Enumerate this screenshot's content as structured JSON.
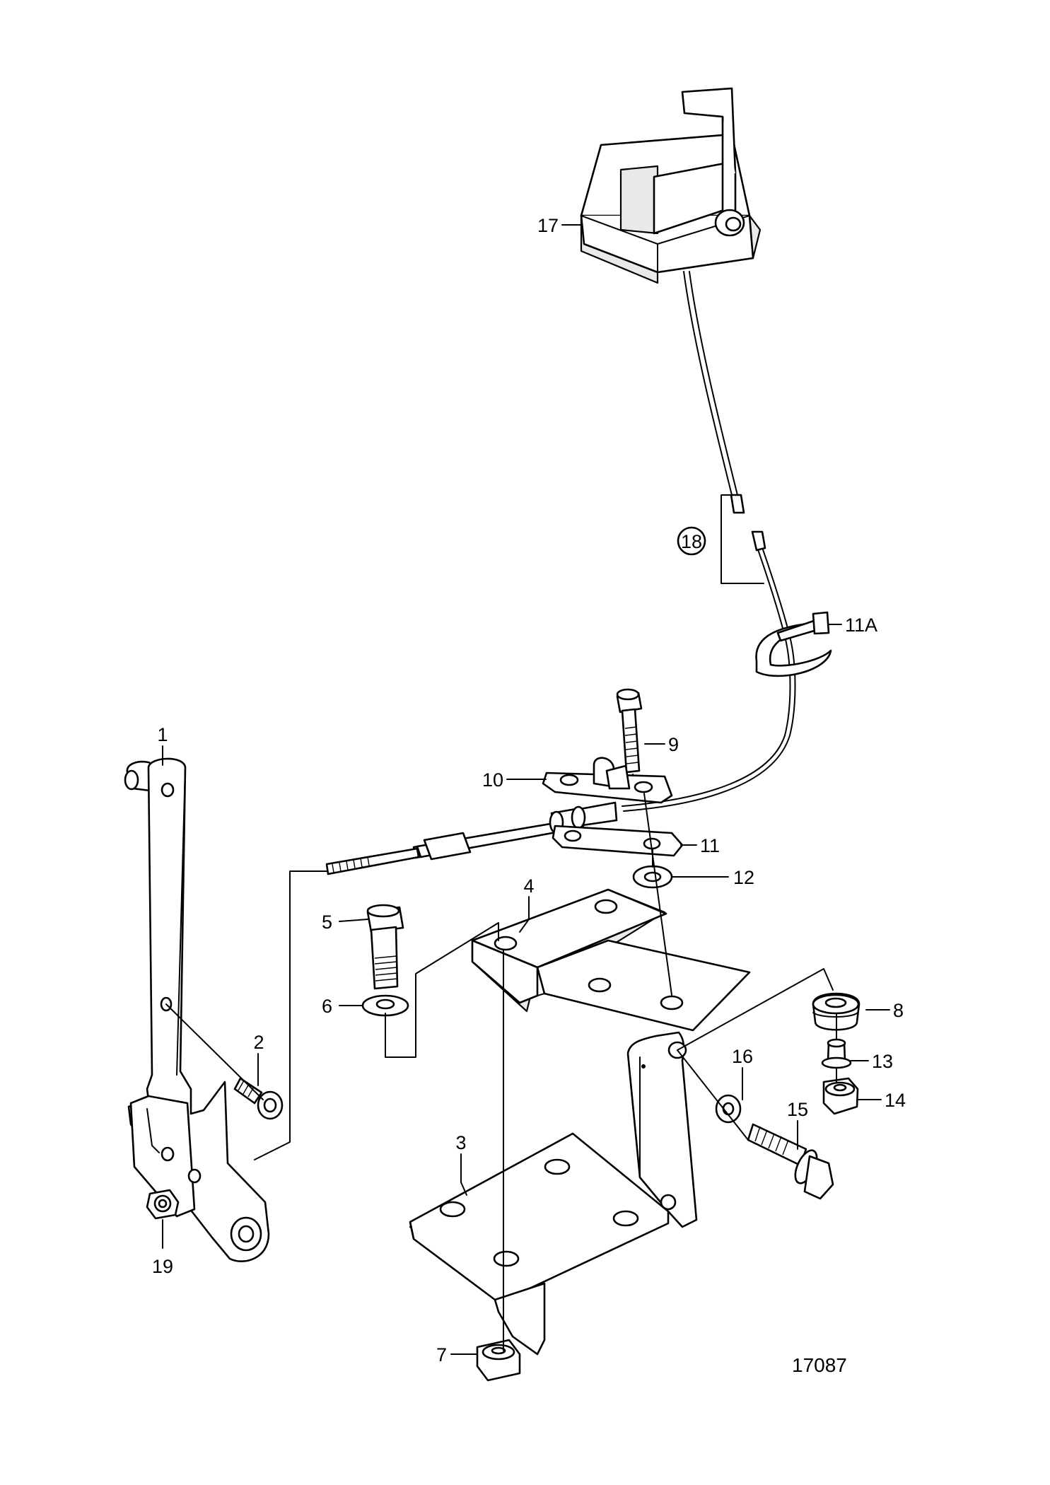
{
  "drawing_number": "17087",
  "callouts": {
    "c1": "1",
    "c2": "2",
    "c3": "3",
    "c4": "4",
    "c5": "5",
    "c6": "6",
    "c7": "7",
    "c8": "8",
    "c9": "9",
    "c10": "10",
    "c11": "11",
    "c11a": "11A",
    "c12": "12",
    "c13": "13",
    "c14": "14",
    "c15": "15",
    "c16": "16",
    "c17": "17",
    "c18": "18",
    "c19": "19"
  }
}
